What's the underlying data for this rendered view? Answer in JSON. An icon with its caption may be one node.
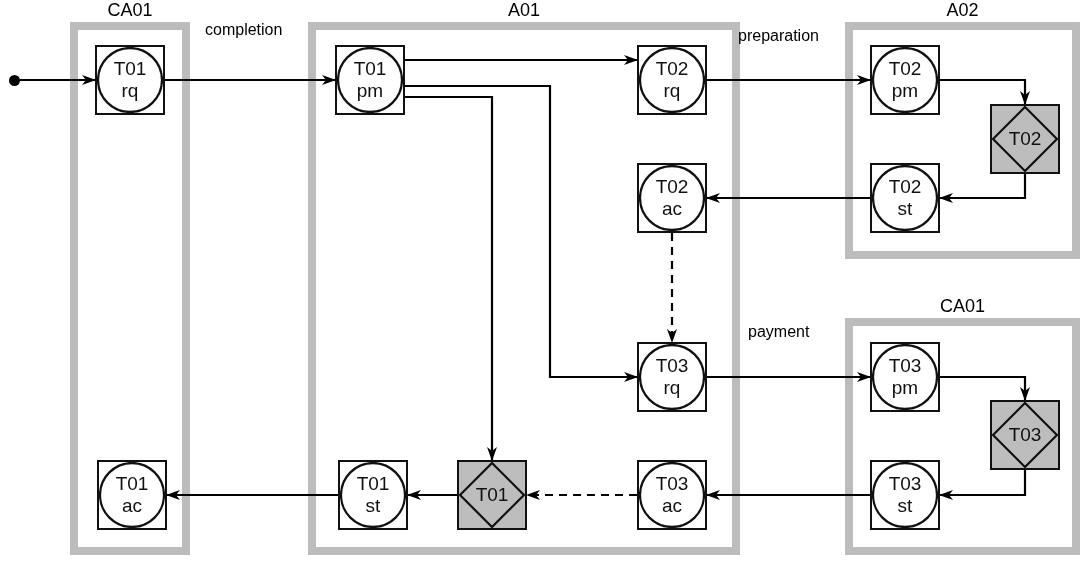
{
  "diagram": {
    "nodes": [
      {
        "text": [],
        "shape": "circle"
      },
      {
        "text": [
          "CA01"
        ]
      },
      {
        "text": [
          "T01 rq"
        ],
        "in": 1
      },
      {
        "text": [
          "T01 ac"
        ],
        "in": 1
      },
      {
        "text": [
          "A01"
        ]
      },
      {
        "text": [
          "T01 pm"
        ],
        "in": 4
      },
      {
        "text": [
          "T02 rq"
        ],
        "in": 4
      },
      {
        "text": [
          "T02 ac"
        ],
        "in": 4
      },
      {
        "text": [
          "T03 rq"
        ],
        "in": 4
      },
      {
        "text": [
          "T01 st"
        ],
        "in": 4
      },
      {
        "text": [
          "T01"
        ],
        "in": 4
      },
      {
        "text": [
          "T03 ac"
        ],
        "in": 4
      },
      {
        "text": [
          "A02"
        ]
      },
      {
        "text": [
          "T02 pm"
        ],
        "in": 12
      },
      {
        "text": [
          "T02"
        ],
        "in": 12
      },
      {
        "text": [
          "T02 st"
        ],
        "in": 12
      },
      {
        "text": [
          "CA01"
        ]
      },
      {
        "text": [
          "T03 pm"
        ],
        "in": 16
      },
      {
        "text": [
          "T03"
        ],
        "in": 16
      },
      {
        "text": [
          "T03 st"
        ],
        "in": 16
      }
    ],
    "edges": [
      {
        "from": 0,
        "to": 2,
        "arrow": "to"
      },
      {
        "from": 2,
        "to": 5,
        "arrow": "to"
      },
      {
        "from": 5,
        "to": 6,
        "arrow": "to"
      },
      {
        "from": 5,
        "to": 8,
        "arrow": "to"
      },
      {
        "from": 5,
        "to": 10,
        "arrow": "to"
      },
      {
        "from": 6,
        "to": 13,
        "arrow": "to"
      },
      {
        "from": 13,
        "to": 14,
        "arrow": "to"
      },
      {
        "from": 14,
        "to": 15,
        "arrow": "to"
      },
      {
        "from": 15,
        "to": 7,
        "arrow": "to"
      },
      {
        "from": 7,
        "to": 8,
        "arrow": "to",
        "style": "dashed"
      },
      {
        "from": 8,
        "to": 17,
        "arrow": "to"
      },
      {
        "from": 17,
        "to": 18,
        "arrow": "to"
      },
      {
        "from": 18,
        "to": 19,
        "arrow": "to"
      },
      {
        "from": 19,
        "to": 11,
        "arrow": "to"
      },
      {
        "from": 11,
        "to": 10,
        "arrow": "to",
        "style": "dashed"
      },
      {
        "from": 10,
        "to": 9,
        "arrow": "to"
      },
      {
        "from": 9,
        "to": 3,
        "arrow": "to"
      }
    ],
    "labels": [
      "completion",
      "preparation",
      "payment"
    ]
  }
}
